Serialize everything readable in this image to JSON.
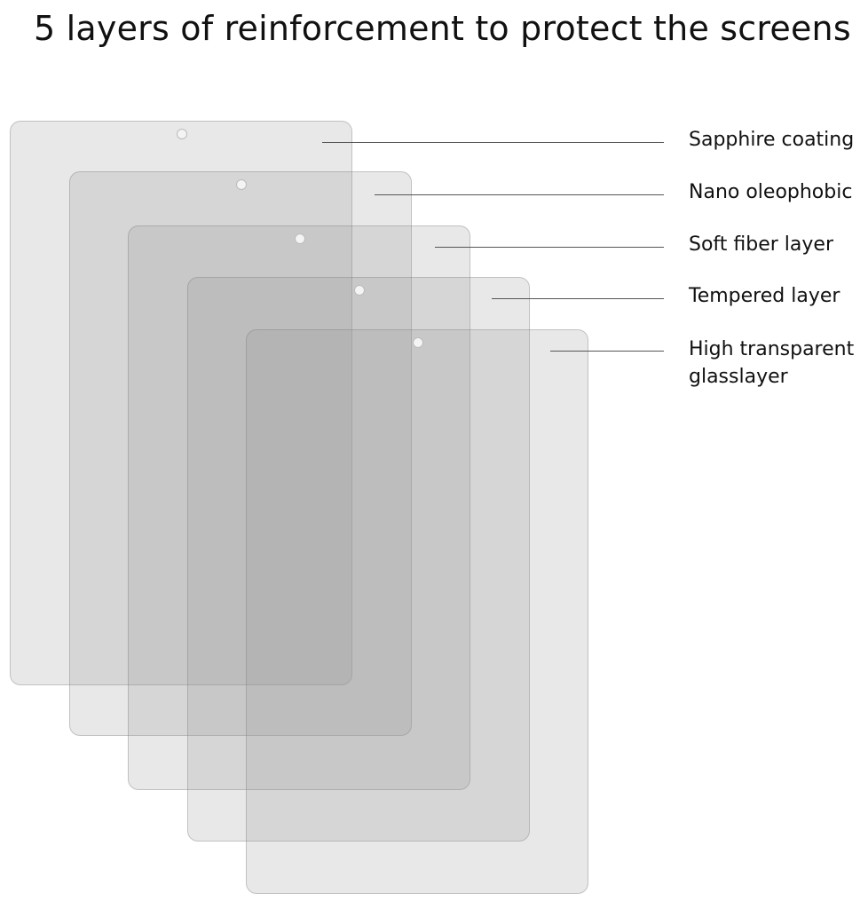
{
  "title": "5 layers of reinforcement to protect the screens",
  "layers": [
    {
      "label_lines": [
        "Sapphire coating"
      ]
    },
    {
      "label_lines": [
        "Nano oleophobic"
      ]
    },
    {
      "label_lines": [
        "Soft fiber layer"
      ]
    },
    {
      "label_lines": [
        "Tempered layer"
      ]
    },
    {
      "label_lines": [
        "High transparent",
        "glasslayer"
      ]
    }
  ]
}
